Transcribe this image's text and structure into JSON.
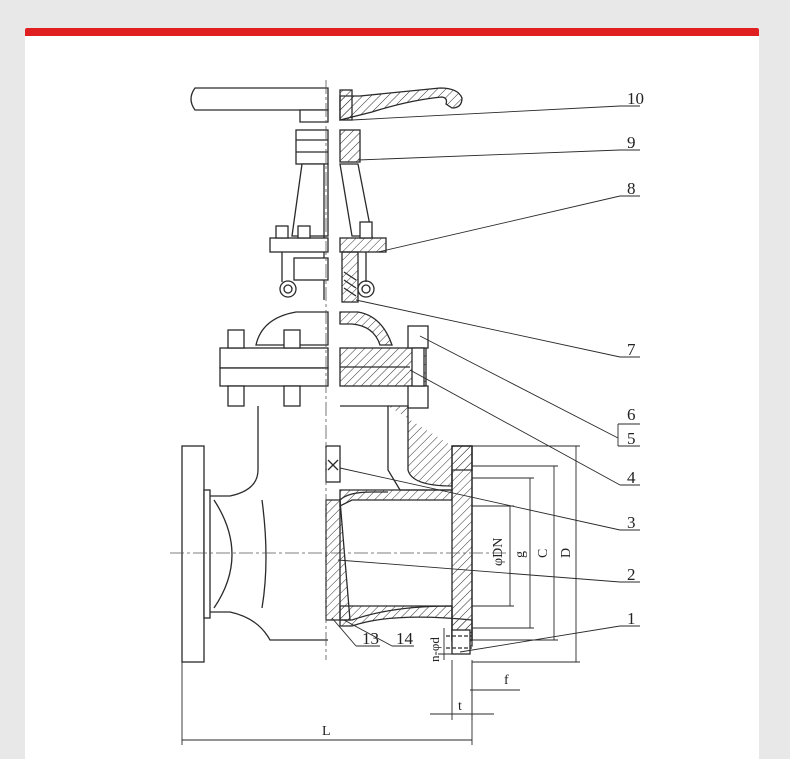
{
  "colors": {
    "accent": "#e02020",
    "background": "#e8e8e8",
    "sheet": "#ffffff",
    "line": "#2a2a2a"
  },
  "callouts": {
    "c10": "10",
    "c9": "9",
    "c8": "8",
    "c7": "7",
    "c6": "6",
    "c5": "5",
    "c4": "4",
    "c3": "3",
    "c2": "2",
    "c1": "1",
    "c13": "13",
    "c14": "14"
  },
  "dimensions": {
    "dn": "φDN",
    "g": "g",
    "c": "C",
    "d_outer": "D",
    "bolt_holes": "n-φd",
    "f": "f",
    "t": "t",
    "l": "L"
  }
}
